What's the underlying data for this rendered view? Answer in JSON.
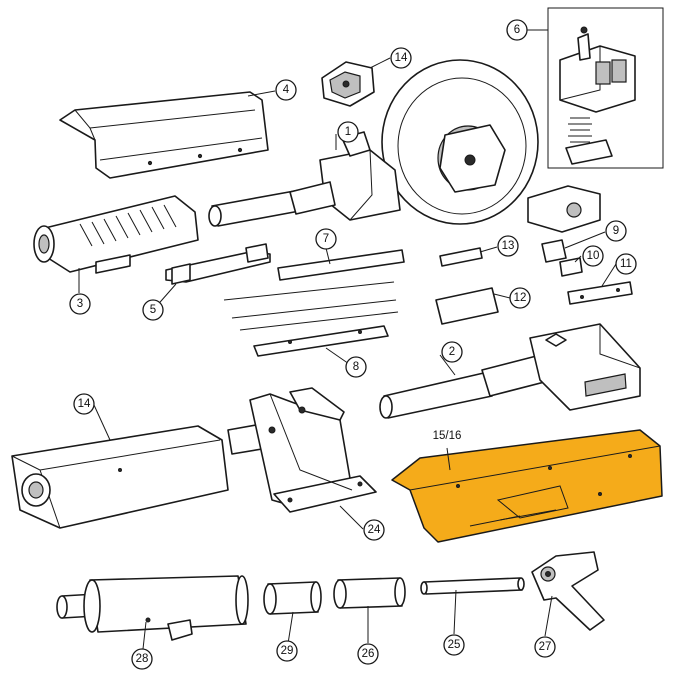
{
  "colors": {
    "highlight": "#f5ab1a",
    "line": "#1a1a1a",
    "background": "#ffffff"
  },
  "callouts": {
    "c1": "1",
    "c2": "2",
    "c3": "3",
    "c4": "4",
    "c5": "5",
    "c6": "6",
    "c7": "7",
    "c8": "8",
    "c9": "9",
    "c10": "10",
    "c11": "11",
    "c12": "12",
    "c13": "13",
    "c14a": "14",
    "c14b": "14",
    "c15_16": "15/16",
    "c24": "24",
    "c25": "25",
    "c26": "26",
    "c27": "27",
    "c28": "28",
    "c29": "29"
  },
  "highlighted_part": "15/16"
}
